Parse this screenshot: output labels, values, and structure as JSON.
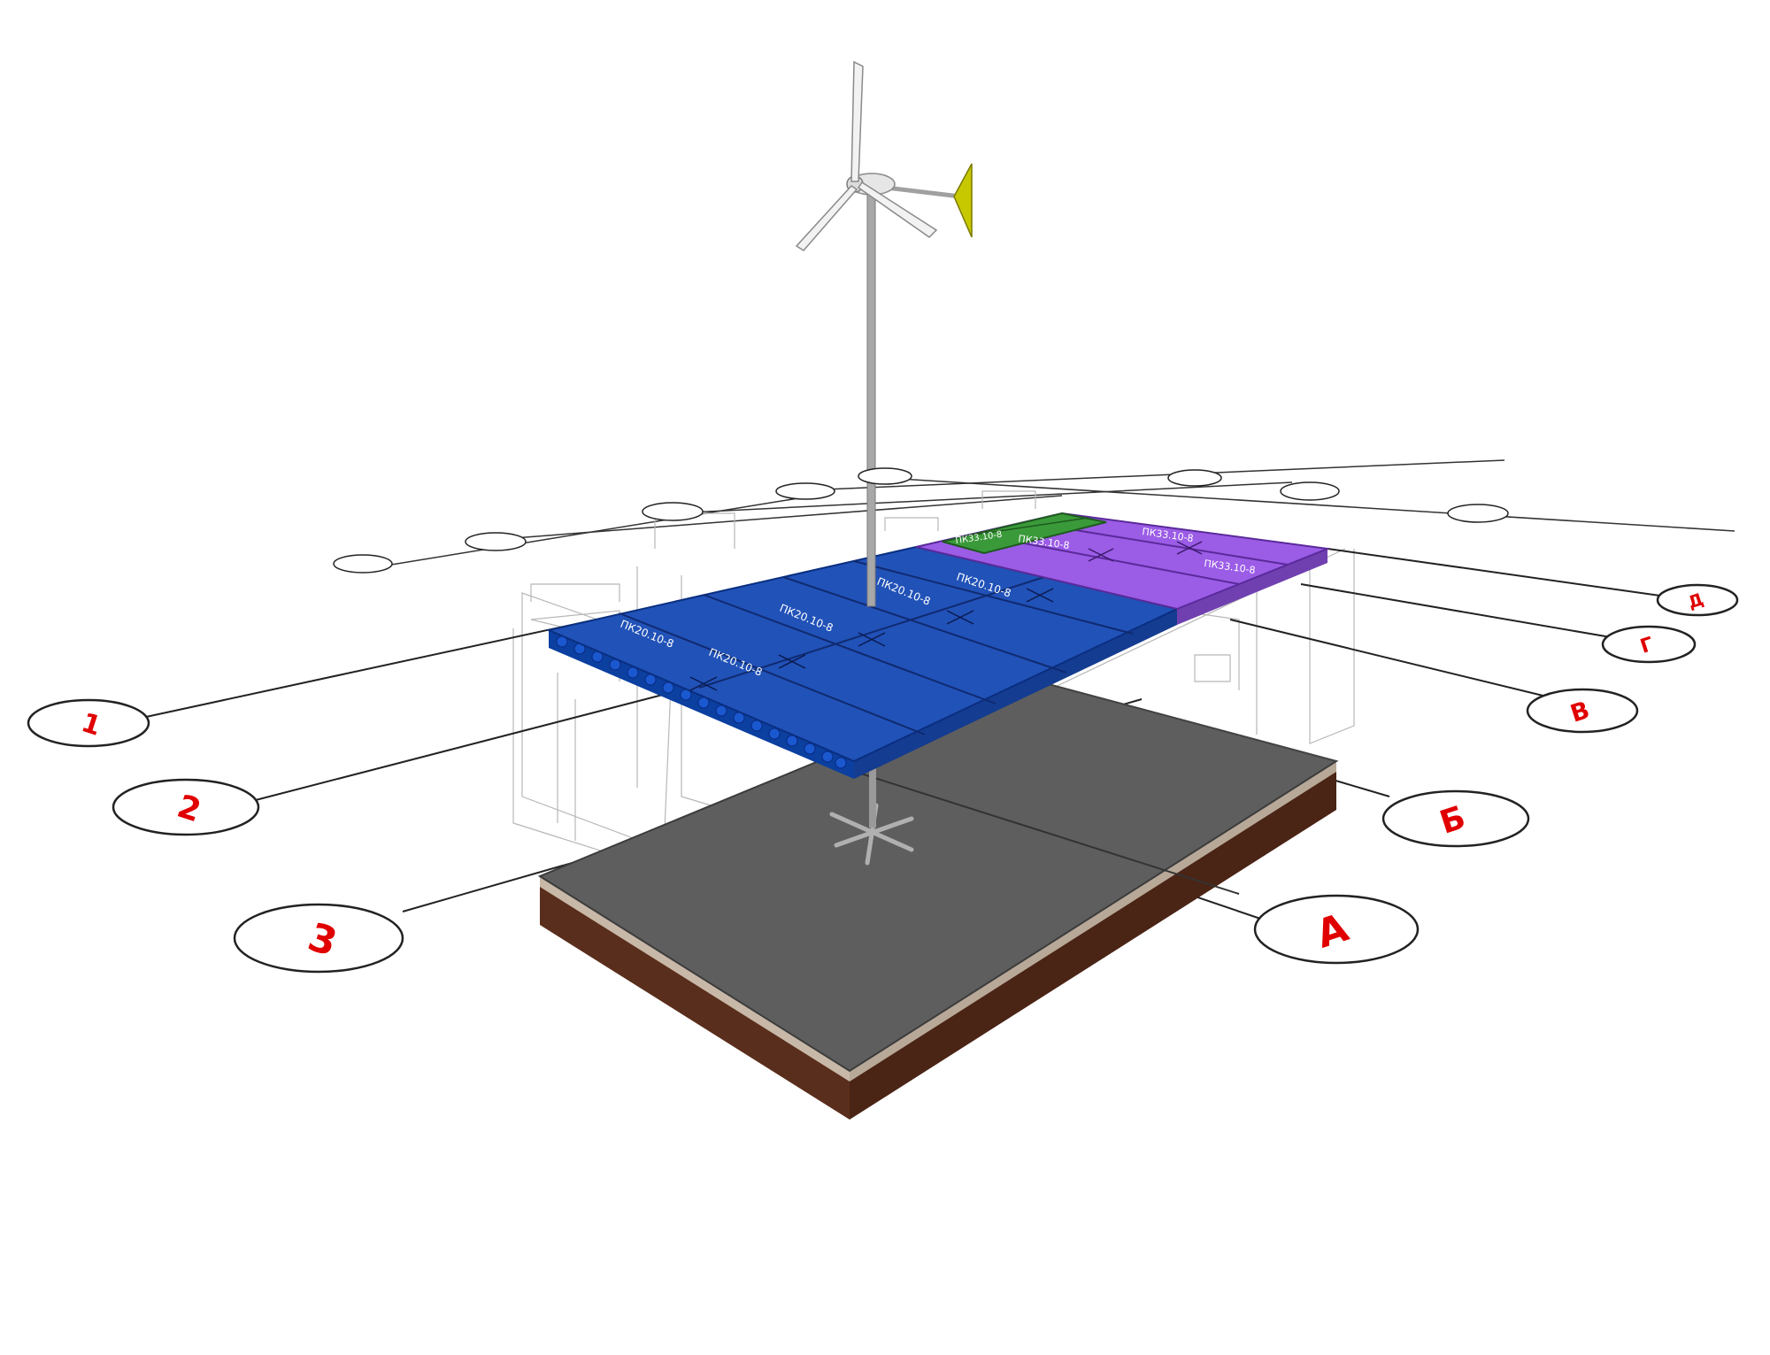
{
  "colors": {
    "slab_blue": "#2152b8",
    "slab_blue_dark": "#0b3fa0",
    "slab_purple": "#9b5ce6",
    "slab_green": "#3a9a3a",
    "ground_top": "#5e5e5e",
    "ground_soil": "#5a2e1c",
    "axis_line": "#222222",
    "label_red": "#e00000",
    "vane_yellow": "#c8c800"
  },
  "grid_axes": {
    "numbers": [
      {
        "id": "1",
        "label": "1"
      },
      {
        "id": "2",
        "label": "2"
      },
      {
        "id": "3",
        "label": "3"
      }
    ],
    "letters": [
      {
        "id": "A",
        "label": "А"
      },
      {
        "id": "B",
        "label": "Б"
      },
      {
        "id": "V",
        "label": "В"
      },
      {
        "id": "G",
        "label": "Г"
      },
      {
        "id": "D",
        "label": "Д"
      }
    ]
  },
  "slab_marks": {
    "blue": "ПК20.10-8",
    "purple": "ПК33.10-8",
    "green": "ПК33.10-8"
  }
}
